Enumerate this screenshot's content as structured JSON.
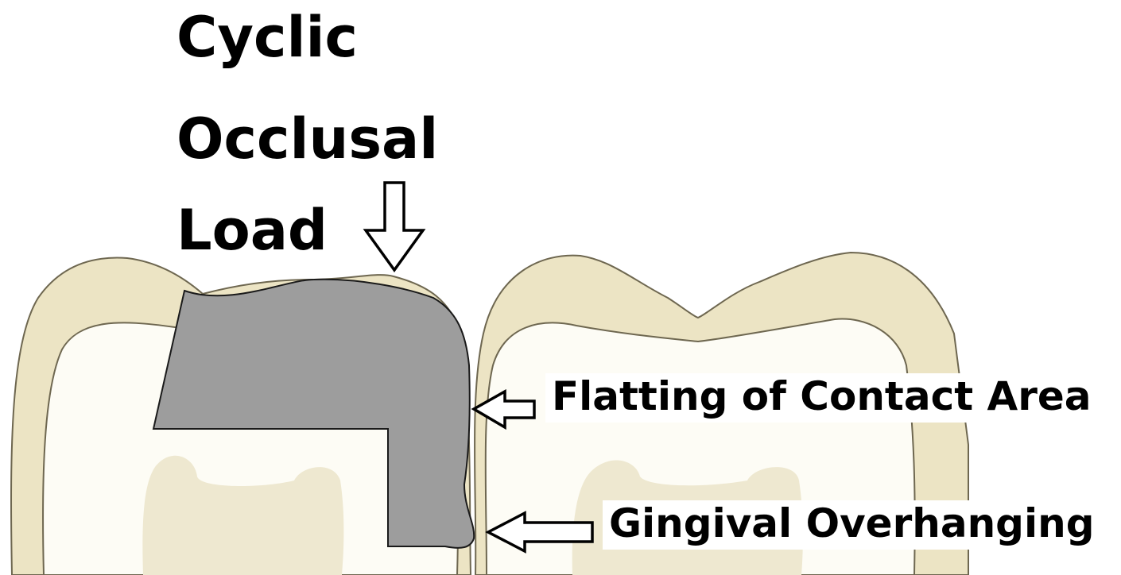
{
  "title": {
    "line1": "Cyclic",
    "line2": "Occlusal",
    "line3": "Load"
  },
  "callouts": {
    "contact": "Flatting of Contact Area",
    "gingival": "Gingival Overhanging"
  },
  "colors": {
    "enamel": "#ece4c4",
    "enamel_stroke": "#6e6750",
    "dentin": "#fdfcf5",
    "pulp": "#eee8d0",
    "restoration": "#9d9d9d",
    "restoration_stroke": "#1a1a1a",
    "text": "#000000",
    "arrow_fill": "#ffffff",
    "arrow_stroke": "#000000"
  },
  "icons": {
    "load_arrow": "down-arrow-icon",
    "contact_arrow": "left-arrow-icon",
    "gingival_arrow": "left-arrow-icon"
  }
}
